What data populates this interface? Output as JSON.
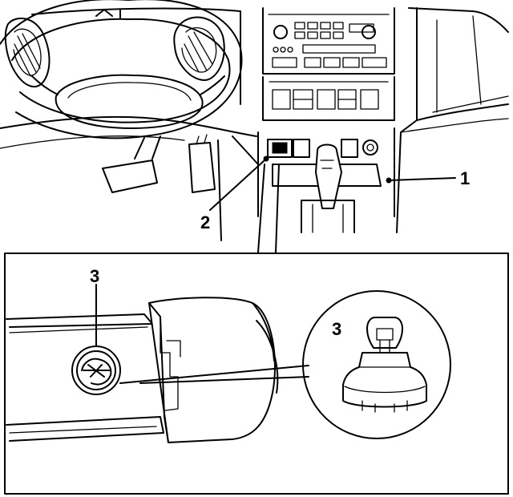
{
  "callouts": {
    "c1": "1",
    "c2": "2",
    "c3_screw": "3",
    "c3_bulb": "3"
  },
  "colors": {
    "line": "#000000",
    "background": "#ffffff"
  }
}
